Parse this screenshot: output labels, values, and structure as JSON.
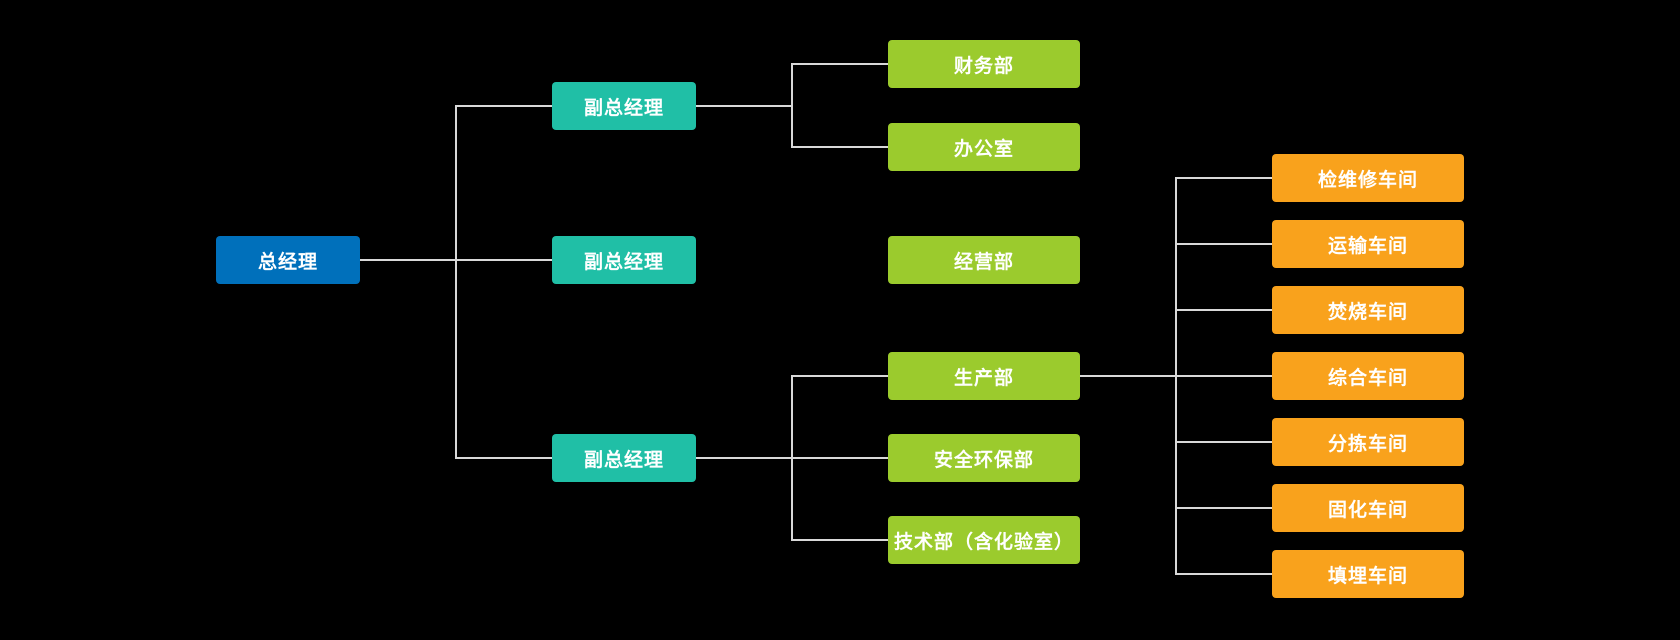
{
  "diagram": {
    "type": "org-chart",
    "background": "#000000",
    "colors": {
      "root": "#0070BB",
      "deputy": "#20BFA6",
      "department": "#9BCB2D",
      "workshop": "#F9A21C",
      "connector": "#D9D9D9",
      "text": "#FFFFFF"
    },
    "nodes": {
      "general_manager": {
        "label": "总经理",
        "level": "root"
      },
      "deputy_gm_1": {
        "label": "副总经理",
        "level": "deputy"
      },
      "deputy_gm_2": {
        "label": "副总经理",
        "level": "deputy"
      },
      "deputy_gm_3": {
        "label": "副总经理",
        "level": "deputy"
      },
      "finance": {
        "label": "财务部",
        "level": "department"
      },
      "office": {
        "label": "办公室",
        "level": "department"
      },
      "operations": {
        "label": "经营部",
        "level": "department"
      },
      "production": {
        "label": "生产部",
        "level": "department"
      },
      "safety_env": {
        "label": "安全环保部",
        "level": "department"
      },
      "technology": {
        "label": "技术部（含化验室）",
        "level": "department"
      },
      "maintenance": {
        "label": "检维修车间",
        "level": "workshop"
      },
      "transport": {
        "label": "运输车间",
        "level": "workshop"
      },
      "incineration": {
        "label": "焚烧车间",
        "level": "workshop"
      },
      "comprehensive": {
        "label": "综合车间",
        "level": "workshop"
      },
      "sorting": {
        "label": "分拣车间",
        "level": "workshop"
      },
      "solidification": {
        "label": "固化车间",
        "level": "workshop"
      },
      "landfill": {
        "label": "填埋车间",
        "level": "workshop"
      }
    },
    "edges": [
      "general_manager→deputy_gm_1",
      "general_manager→deputy_gm_2",
      "general_manager→deputy_gm_3",
      "deputy_gm_1→finance",
      "deputy_gm_1→office",
      "deputy_gm_3→production",
      "deputy_gm_3→safety_env",
      "deputy_gm_3→technology",
      "production→maintenance",
      "production→transport",
      "production→incineration",
      "production→comprehensive",
      "production→sorting",
      "production→solidification",
      "production→landfill"
    ]
  }
}
